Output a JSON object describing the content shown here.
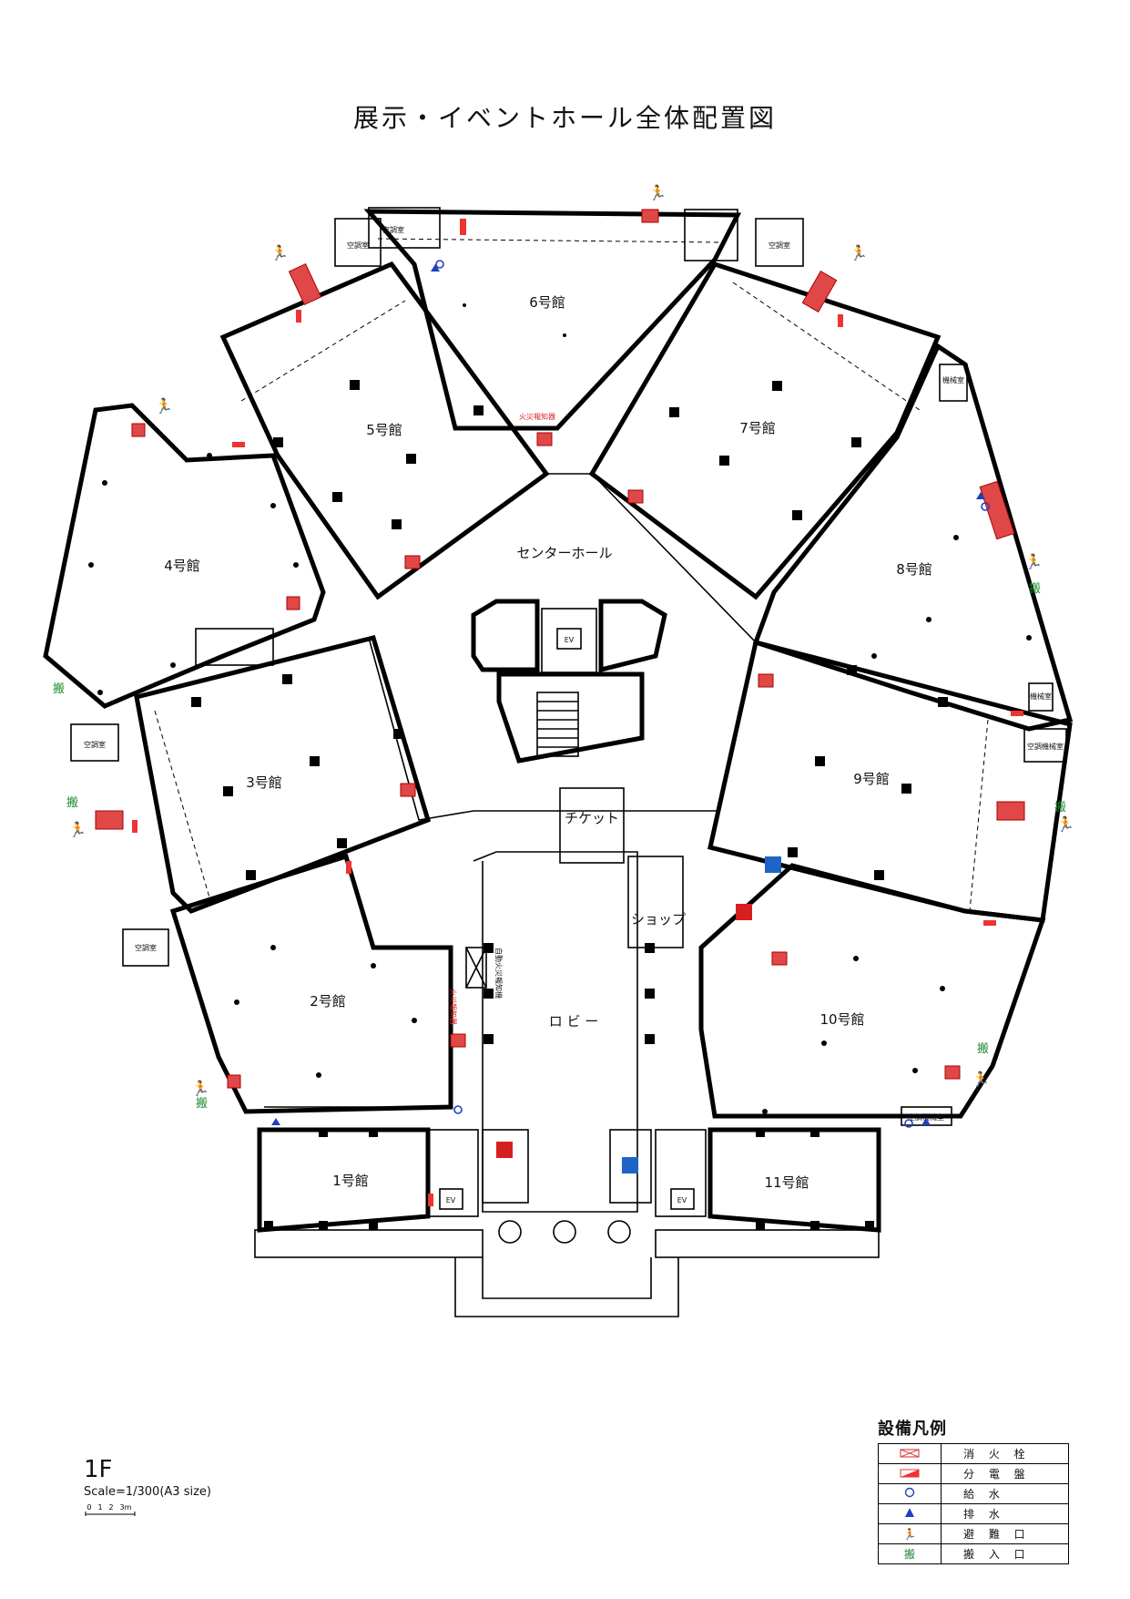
{
  "title": "展示・イベントホール全体配置図",
  "halls": {
    "h1": "1号館",
    "h2": "2号館",
    "h3": "3号館",
    "h4": "4号館",
    "h5": "5号館",
    "h6": "6号館",
    "h7": "7号館",
    "h8": "8号館",
    "h9": "9号館",
    "h10": "10号館",
    "h11": "11号館"
  },
  "areas": {
    "center_hall": "センターホール",
    "lobby": "ロ ビ ー",
    "ticket": "チケット",
    "shop": "ショップ",
    "ev": "EV"
  },
  "rooms": {
    "ac_room": "空調室",
    "ac_machine_room": "空調機械室",
    "machine_room": "機械室",
    "fire_detector": "火災報知器",
    "auto_fire_alarm": "自動火災報知機"
  },
  "icon_text": {
    "carry_in": "搬"
  },
  "floor": "1F",
  "scale": "Scale=1/300(A3 size)",
  "scale_ticks": [
    "0",
    "1",
    "2",
    "3m"
  ],
  "legend": {
    "title": "設備凡例",
    "items": [
      {
        "icon": "hydrant-icon",
        "label": "消 火 栓"
      },
      {
        "icon": "panel-icon",
        "label": "分 電 盤"
      },
      {
        "icon": "water-supply-icon",
        "label": "給 水"
      },
      {
        "icon": "drainage-icon",
        "label": "排 水"
      },
      {
        "icon": "emergency-exit-icon",
        "label": "避 難 口"
      },
      {
        "icon": "carry-in-icon",
        "label": "搬 入 口"
      }
    ]
  },
  "colors": {
    "hydrant": "#e04848",
    "panel": "#e33333",
    "water": "#1f3fbf",
    "exit": "#1b8a2e",
    "male_wc": "#1e63c8",
    "female_wc": "#d62020"
  }
}
